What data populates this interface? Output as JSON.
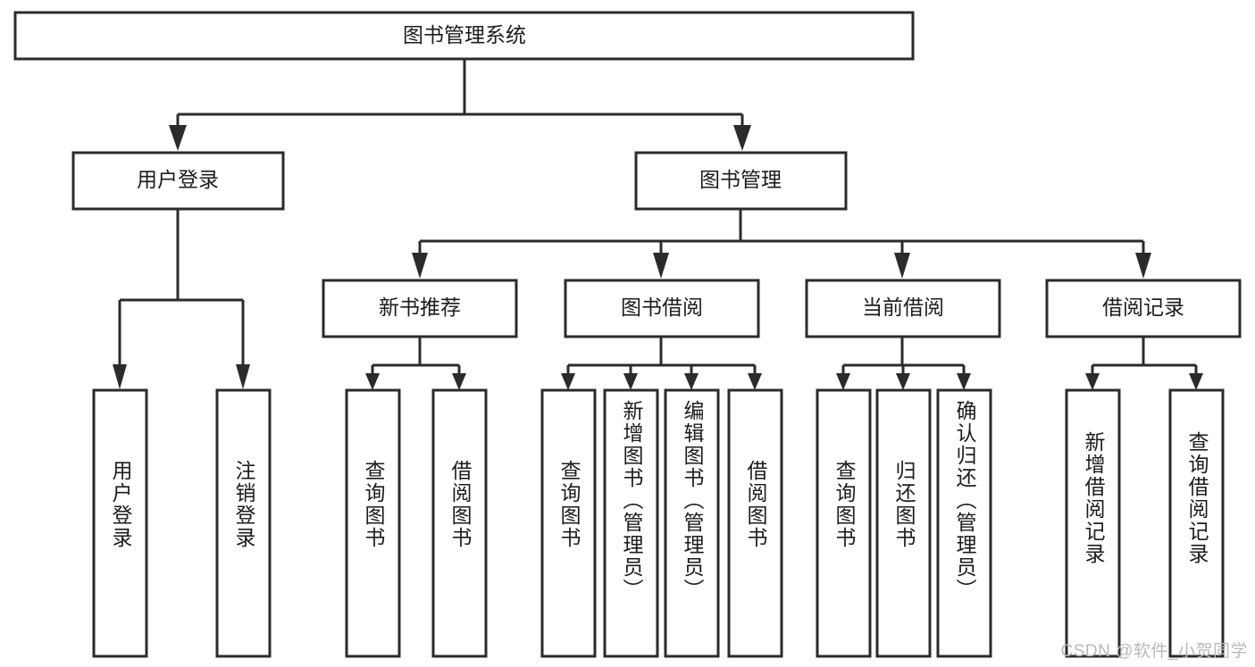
{
  "diagram": {
    "type": "tree",
    "title": "图书管理系统",
    "orientation": "top-down",
    "root": {
      "id": "root",
      "label": "图书管理系统"
    },
    "level2": [
      {
        "id": "user-login",
        "label": "用户登录"
      },
      {
        "id": "book-manage",
        "label": "图书管理"
      }
    ],
    "level3": [
      {
        "id": "new-book-recommend",
        "label": "新书推荐",
        "parent": "book-manage"
      },
      {
        "id": "book-borrow",
        "label": "图书借阅",
        "parent": "book-manage"
      },
      {
        "id": "current-borrow",
        "label": "当前借阅",
        "parent": "book-manage"
      },
      {
        "id": "borrow-record",
        "label": "借阅记录",
        "parent": "book-manage"
      }
    ],
    "leaves": [
      {
        "id": "leaf-user-login",
        "label": "用户登录",
        "parent": "user-login"
      },
      {
        "id": "leaf-logout-login",
        "label": "注销登录",
        "parent": "user-login"
      },
      {
        "id": "leaf-query-book-1",
        "label": "查询图书",
        "parent": "new-book-recommend"
      },
      {
        "id": "leaf-borrow-book-1",
        "label": "借阅图书",
        "parent": "new-book-recommend"
      },
      {
        "id": "leaf-query-book-2",
        "label": "查询图书",
        "parent": "book-borrow"
      },
      {
        "id": "leaf-add-book",
        "label": "新增图书（管理员）",
        "parent": "book-borrow"
      },
      {
        "id": "leaf-edit-book",
        "label": "编辑图书（管理员）",
        "parent": "book-borrow"
      },
      {
        "id": "leaf-borrow-book-2",
        "label": "借阅图书",
        "parent": "book-borrow"
      },
      {
        "id": "leaf-query-book-3",
        "label": "查询图书",
        "parent": "current-borrow"
      },
      {
        "id": "leaf-return-book",
        "label": "归还图书",
        "parent": "current-borrow"
      },
      {
        "id": "leaf-confirm-return",
        "label": "确认归还（管理员）",
        "parent": "current-borrow"
      },
      {
        "id": "leaf-add-record",
        "label": "新增借阅记录",
        "parent": "borrow-record"
      },
      {
        "id": "leaf-query-record",
        "label": "查询借阅记录",
        "parent": "borrow-record"
      }
    ],
    "colors": {
      "stroke": "#2b2b2b",
      "fill": "#ffffff",
      "text": "#1c1c1c",
      "watermark": "#b9b9b9"
    }
  },
  "watermark": {
    "text": "CSDN @软件_小贺同学"
  }
}
